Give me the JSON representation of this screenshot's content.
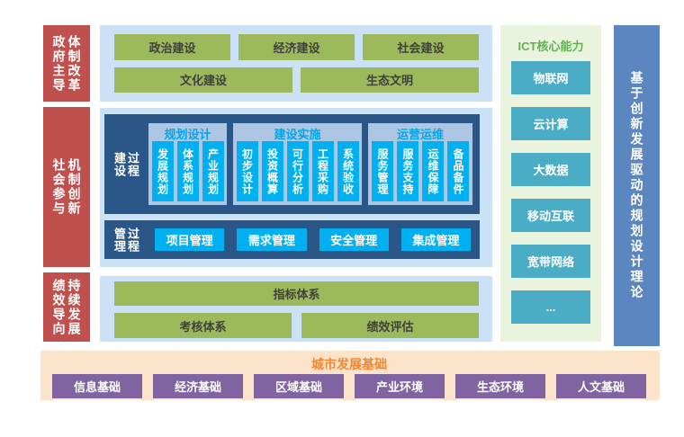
{
  "pillars": [
    {
      "left": "政府主导",
      "right": "体制改革"
    },
    {
      "left": "社会参与",
      "right": "机制创新"
    },
    {
      "left": "绩效导向",
      "right": "持续发展"
    }
  ],
  "civilization": {
    "row1": [
      "政治建设",
      "经济建设",
      "社会建设"
    ],
    "row2": [
      "文化建设",
      "生态文明"
    ]
  },
  "construction": {
    "label_left": "建设",
    "label_right": "过程",
    "groups": [
      {
        "title": "规划设计",
        "items": [
          "发展规划",
          "体系规划",
          "产业规划"
        ]
      },
      {
        "title": "建设实施",
        "items": [
          "初步设计",
          "投资概算",
          "可行分析",
          "工程采购",
          "系统验收"
        ]
      },
      {
        "title": "运营运维",
        "items": [
          "服务管理",
          "服务支持",
          "运维保障",
          "备品备件"
        ]
      }
    ]
  },
  "management": {
    "label_left": "管理",
    "label_right": "过程",
    "items": [
      "项目管理",
      "需求管理",
      "安全管理",
      "集成管理"
    ]
  },
  "evaluation": {
    "full": "指标体系",
    "row2": [
      "考核体系",
      "绩效评估"
    ]
  },
  "ict": {
    "title": "ICT核心能力",
    "items": [
      "物联网",
      "云计算",
      "大数据",
      "移动互联",
      "宽带网络",
      "..."
    ]
  },
  "banner": {
    "text": "基于创新发展驱动的规划设计理论"
  },
  "foundation": {
    "title": "城市发展基础",
    "items": [
      "信息基础",
      "经济基础",
      "区域基础",
      "产业环境",
      "生态环境",
      "人文基础"
    ]
  },
  "colors": {
    "pillar_red": "#c0504d",
    "light_blue": "#cbe2f6",
    "green": "#9cba5c",
    "navy": "#2a5788",
    "steel_blue": "#adc6e4",
    "cyan": "#00b0f0",
    "teal": "#4bacc6",
    "ict_bg": "#e9f3dd",
    "ict_title_green": "#62b152",
    "banner_blue": "#5b86c0",
    "peach": "#fce4cb",
    "orange": "#f5862c",
    "purple": "#8064a2"
  }
}
